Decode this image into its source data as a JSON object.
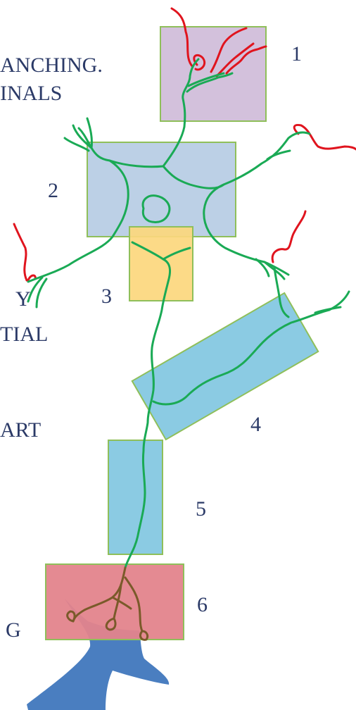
{
  "side_text": [
    "ANCHING.",
    "INALS",
    "Y",
    "TIAL",
    "ART",
    "G"
  ],
  "region_numbers": [
    "1",
    "2",
    "3",
    "4",
    "5",
    "6"
  ],
  "colors": {
    "region_1": "#d3c1dc",
    "region_2": "#bcd0e6",
    "region_3": "#fcd77d",
    "region_4": "#7ec5e0",
    "region_5": "#7ec5e0",
    "region_6": "#e3848c",
    "box_border": "#8fbf5a",
    "neuron_branch": "#1aaa55",
    "afferent_fiber": "#e0141e",
    "axon_terminal": "#7a5a2a",
    "target_cell": "#4a7ec0",
    "label_text": "#2b3a67"
  },
  "icons": [
    "neuron-sketch",
    "target-cell-shape"
  ]
}
